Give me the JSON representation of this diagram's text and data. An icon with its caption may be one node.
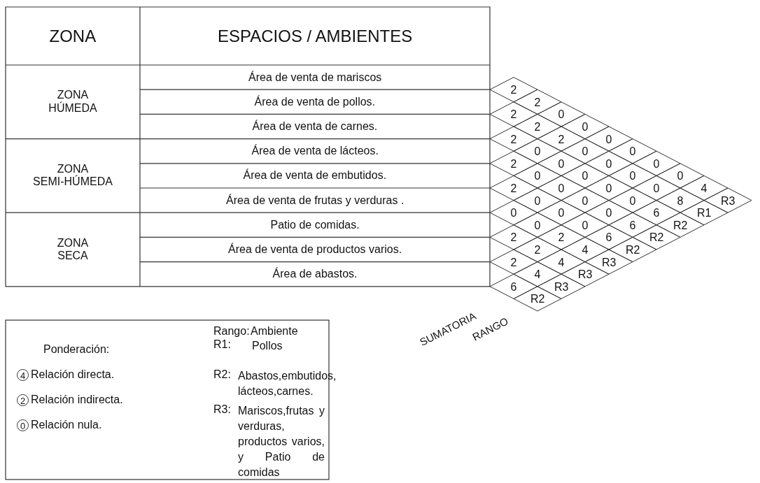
{
  "diagram": {
    "labels": [
      "ZONA",
      "ESPACIOS / AMBIENTES",
      "ZONA HÚMEDA",
      "Área de venta de mariscos",
      "Área de venta de pollos.",
      "Área de venta de carnes.",
      "ZONA SEMI-HÚMEDA",
      "Área de venta de lácteos.",
      "Área de venta de embutidos.",
      "Área de venta de frutas y verduras .",
      "ZONA SECA",
      "Patio de comidas.",
      "Área de venta de productos varios.",
      "Área de abastos.",
      "2",
      "2",
      "2",
      "0",
      "2",
      "0",
      "2",
      "2",
      "0",
      "0",
      "0",
      "0",
      "2",
      "0",
      "0",
      "0",
      "0",
      "0",
      "0",
      "0",
      "2",
      "0",
      "0",
      "0",
      "4",
      "0",
      "0",
      "0",
      "8",
      "R3",
      "0",
      "0",
      "0",
      "6",
      "R1",
      "0",
      "0",
      "6",
      "R2",
      "2",
      "2",
      "6",
      "R2",
      "2",
      "4",
      "R2",
      "2",
      "4",
      "R3",
      "4",
      "R3",
      "6",
      "R3",
      "R2",
      "SUMATORIA",
      "RANGO",
      "Ponderación:",
      "4",
      "Relación directa.",
      "2",
      "Relación indirecta.",
      "0",
      "Relación nula.",
      "Rango:",
      "Ambiente",
      "R1:",
      "Pollos",
      "R2:",
      "Abastos,embutidos, lácteos,carnes.",
      "R3:",
      "Mariscos,frutas y verduras, productos varios, y Patio de comidas"
    ]
  }
}
